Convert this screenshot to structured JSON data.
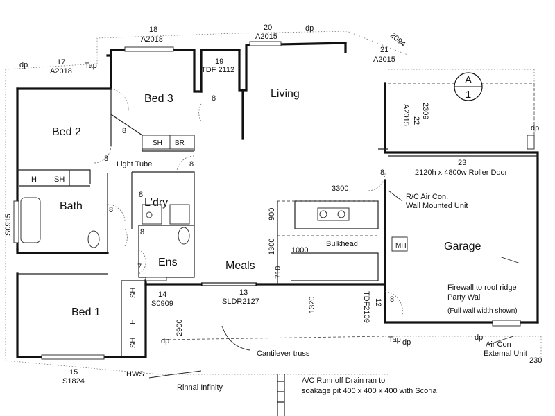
{
  "rooms": {
    "bed1": "Bed 1",
    "bed2": "Bed 2",
    "bed3": "Bed 3",
    "living": "Living",
    "bath": "Bath",
    "ldry": "L'dry",
    "ens": "Ens",
    "meals": "Meals",
    "garage": "Garage"
  },
  "fixtures": {
    "h_top": "H",
    "sh_top": "SH",
    "sh_bed3": "SH",
    "br_bed3": "BR",
    "sh_bed1_a": "SH",
    "h_bed1": "H",
    "sh_bed1_b": "SH",
    "mh": "MH",
    "light_tube": "Light Tube",
    "bulkhead": "Bulkhead"
  },
  "openings": {
    "o18": "18",
    "a2018_top": "A2018",
    "o17": "17",
    "a2018_left": "A2018",
    "o19": "19",
    "tdf2112": "TDF 2112",
    "o20": "20",
    "a2015_top": "A2015",
    "o21": "21",
    "a2015_right": "A2015",
    "o2094": "2094",
    "o22": "22",
    "a2015_vert": "A2015",
    "o2309": "2309",
    "o23": "23",
    "roller_door": "2120h x 4800w Roller Door",
    "o13": "13",
    "sldr2127": "SLDR2127",
    "o14": "14",
    "s0909": "S0909",
    "o15": "15",
    "s1824": "S1824",
    "o12": "12",
    "tdf2109": "TDF2109",
    "s0915": "S0915"
  },
  "dims": {
    "d3300": "3300",
    "d900": "900",
    "d1300": "1300",
    "d1000": "1000",
    "d710": "710",
    "d1320": "1320",
    "d2900": "2900",
    "d230": "230"
  },
  "door_swings": [
    "8",
    "8",
    "8",
    "8",
    "8",
    "8",
    "8",
    "8",
    "8",
    "7"
  ],
  "section": {
    "letter": "A",
    "number": "1"
  },
  "notes": {
    "tap_top": "Tap",
    "tap_bottom": "Tap",
    "dp1": "dp",
    "dp2": "dp",
    "dp3": "dp",
    "dp4": "dp",
    "dp5": "dp",
    "dp6": "dp",
    "rc_aircon_1": "R/C Air Con.",
    "rc_aircon_2": "Wall Mounted Unit",
    "firewall": "Firewall to roof ridge",
    "party_wall": "Party Wall",
    "full_width": "(Full wall width shown)",
    "aircon_ext_1": "Air Con",
    "aircon_ext_2": "External Unit",
    "cantilever": "Cantilever truss",
    "hws": "HWS",
    "rinnai": "Rinnai Infinity",
    "runoff_1": "A/C Runnoff Drain ran to",
    "runoff_2": "soakage pit 400 x 400 x 400 with Scoria"
  }
}
